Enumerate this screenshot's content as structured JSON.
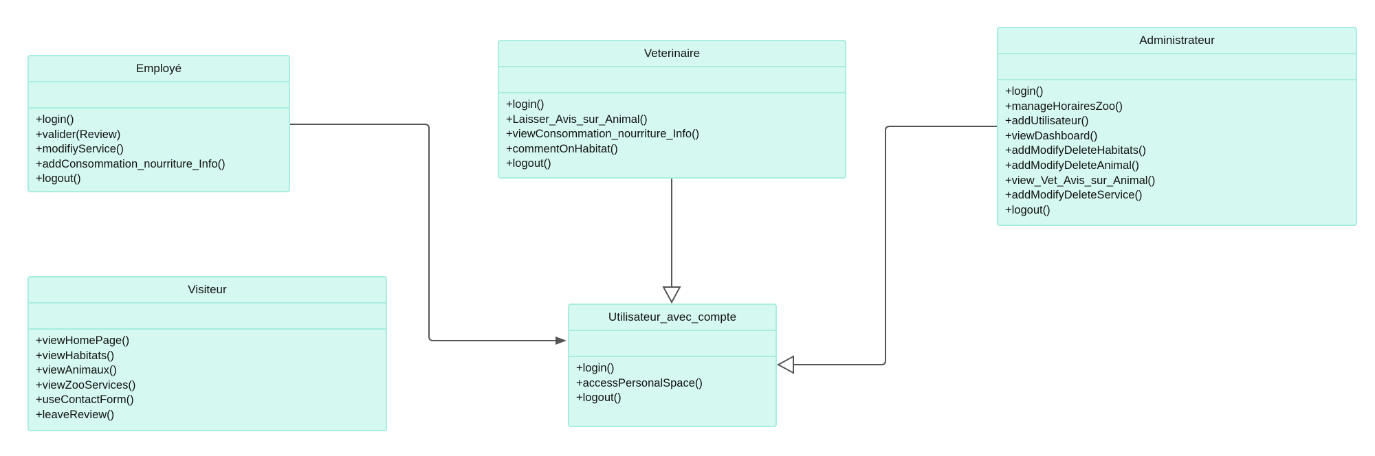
{
  "diagram": {
    "classes": {
      "employe": {
        "name": "Employé",
        "methods": [
          "+login()",
          "+valider(Review)",
          "+modifiyService()",
          "+addConsommation_nourriture_Info()",
          "+logout()"
        ]
      },
      "visiteur": {
        "name": "Visiteur",
        "methods": [
          "+viewHomePage()",
          "+viewHabitats()",
          "+viewAnimaux()",
          "+viewZooServices()",
          "+useContactForm()",
          "+leaveReview()"
        ]
      },
      "veterinaire": {
        "name": "Veterinaire",
        "methods": [
          "+login()",
          "+Laisser_Avis_sur_Animal()",
          "+viewConsommation_nourriture_Info()",
          "+commentOnHabitat()",
          "+logout()"
        ]
      },
      "utilisateur": {
        "name": "Utilisateur_avec_compte",
        "methods": [
          "+login()",
          "+accessPersonalSpace()",
          "+logout()"
        ]
      },
      "administrateur": {
        "name": "Administrateur",
        "methods": [
          "+login()",
          "+manageHorairesZoo()",
          "+addUtilisateur()",
          "+viewDashboard()",
          "+addModifyDeleteHabitats()",
          "+addModifyDeleteAnimal()",
          "+view_Vet_Avis_sur_Animal()",
          "+addModifyDeleteService()",
          "+logout()"
        ]
      }
    },
    "relations": [
      {
        "from": "employe",
        "to": "utilisateur",
        "type": "association-arrow"
      },
      {
        "from": "veterinaire",
        "to": "utilisateur",
        "type": "generalization"
      },
      {
        "from": "administrateur",
        "to": "utilisateur",
        "type": "generalization"
      }
    ],
    "colors": {
      "class_fill": "#d5f8f1",
      "class_border": "#a8ede0",
      "connector": "#555555"
    }
  }
}
